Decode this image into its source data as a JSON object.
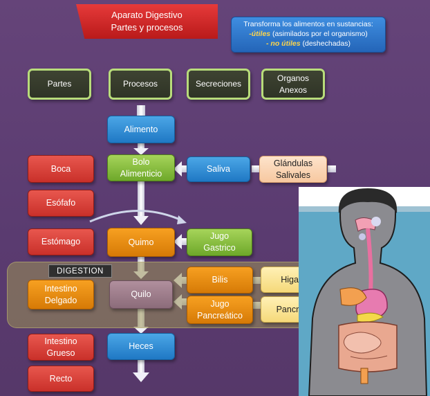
{
  "title": {
    "line1": "Aparato Digestivo",
    "line2": "Partes y procesos"
  },
  "info": {
    "line1": "Transforma  los alimentos en sustancias:",
    "line2_hl": "-útiles",
    "line2_rest": " (asimilados por el organismo)",
    "line3_hl": "- no útiles",
    "line3_rest": " (deshechadas)"
  },
  "headers": {
    "partes": "Partes",
    "procesos": "Procesos",
    "secreciones": "Secreciones",
    "organos": "Organos\nAnexos"
  },
  "procesos": {
    "alimento": "Alimento",
    "bolo": "Bolo\nAlimenticio",
    "quimo": "Quimo",
    "quilo": "Quilo",
    "heces": "Heces"
  },
  "partes": {
    "boca": "Boca",
    "esofago": "Esófafo",
    "estomago": "Estómago",
    "intestino_delgado": "Intestino\nDelgado",
    "intestino_grueso": "Intestino\nGrueso",
    "recto": "Recto"
  },
  "secreciones": {
    "saliva": "Saliva",
    "jugo_gastrico": "Jugo\nGastrico",
    "bilis": "Bilis",
    "jugo_pancreatico": "Jugo\nPancreático"
  },
  "organos": {
    "glandulas": "Glándulas\nSalivales",
    "higado": "Higado",
    "pancreas": "Pancreas"
  },
  "digestion_label": "DIGESTION",
  "colors": {
    "background": "#5e3e74",
    "red": "#d9443d",
    "blue": "#2f8fd8",
    "green": "#8cc043",
    "orange": "#e98c12"
  }
}
